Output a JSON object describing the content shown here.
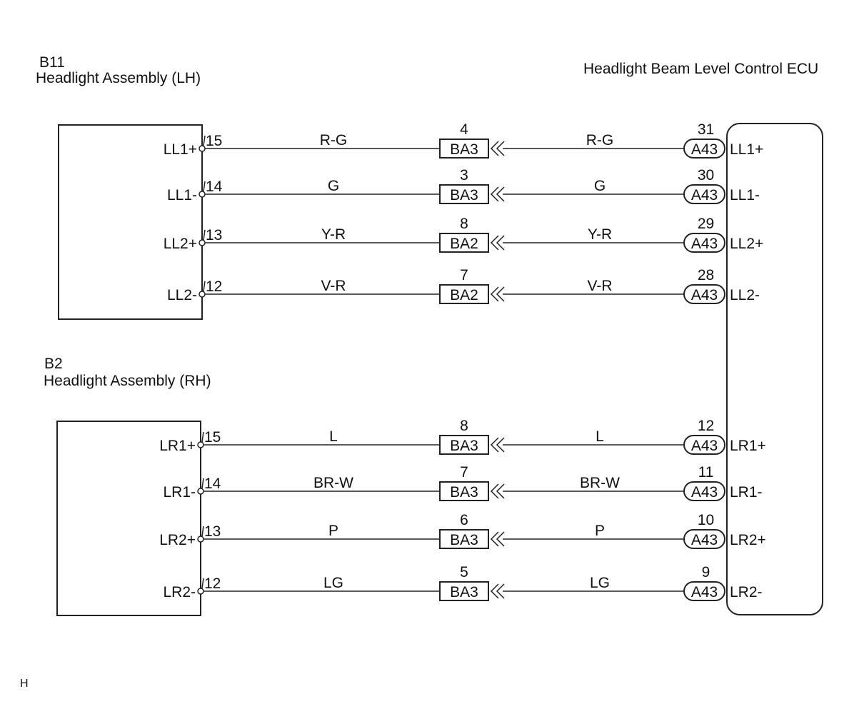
{
  "assemblies": {
    "lh": {
      "code": "B11",
      "name": "Headlight Assembly (LH)"
    },
    "rh": {
      "code": "B2",
      "name": "Headlight Assembly (RH)"
    },
    "ecu": {
      "name": "Headlight Beam Level Control ECU"
    }
  },
  "lh_circuits": [
    {
      "pin_name": "LL1+",
      "pin": "15",
      "wire_left": "R-G",
      "junction": "BA3",
      "junction_pin": "4",
      "wire_right": "R-G",
      "ecu_connector": "A43",
      "ecu_pin": "31",
      "ecu_terminal": "LL1+"
    },
    {
      "pin_name": "LL1-",
      "pin": "14",
      "wire_left": "G",
      "junction": "BA3",
      "junction_pin": "3",
      "wire_right": "G",
      "ecu_connector": "A43",
      "ecu_pin": "30",
      "ecu_terminal": "LL1-"
    },
    {
      "pin_name": "LL2+",
      "pin": "13",
      "wire_left": "Y-R",
      "junction": "BA2",
      "junction_pin": "8",
      "wire_right": "Y-R",
      "ecu_connector": "A43",
      "ecu_pin": "29",
      "ecu_terminal": "LL2+"
    },
    {
      "pin_name": "LL2-",
      "pin": "12",
      "wire_left": "V-R",
      "junction": "BA2",
      "junction_pin": "7",
      "wire_right": "V-R",
      "ecu_connector": "A43",
      "ecu_pin": "28",
      "ecu_terminal": "LL2-"
    }
  ],
  "rh_circuits": [
    {
      "pin_name": "LR1+",
      "pin": "15",
      "wire_left": "L",
      "junction": "BA3",
      "junction_pin": "8",
      "wire_right": "L",
      "ecu_connector": "A43",
      "ecu_pin": "12",
      "ecu_terminal": "LR1+"
    },
    {
      "pin_name": "LR1-",
      "pin": "14",
      "wire_left": "BR-W",
      "junction": "BA3",
      "junction_pin": "7",
      "wire_right": "BR-W",
      "ecu_connector": "A43",
      "ecu_pin": "11",
      "ecu_terminal": "LR1-"
    },
    {
      "pin_name": "LR2+",
      "pin": "13",
      "wire_left": "P",
      "junction": "BA3",
      "junction_pin": "6",
      "wire_right": "P",
      "ecu_connector": "A43",
      "ecu_pin": "10",
      "ecu_terminal": "LR2+"
    },
    {
      "pin_name": "LR2-",
      "pin": "12",
      "wire_left": "LG",
      "junction": "BA3",
      "junction_pin": "5",
      "wire_right": "LG",
      "ecu_connector": "A43",
      "ecu_pin": "9",
      "ecu_terminal": "LR2-"
    }
  ],
  "footer_mark": "H"
}
